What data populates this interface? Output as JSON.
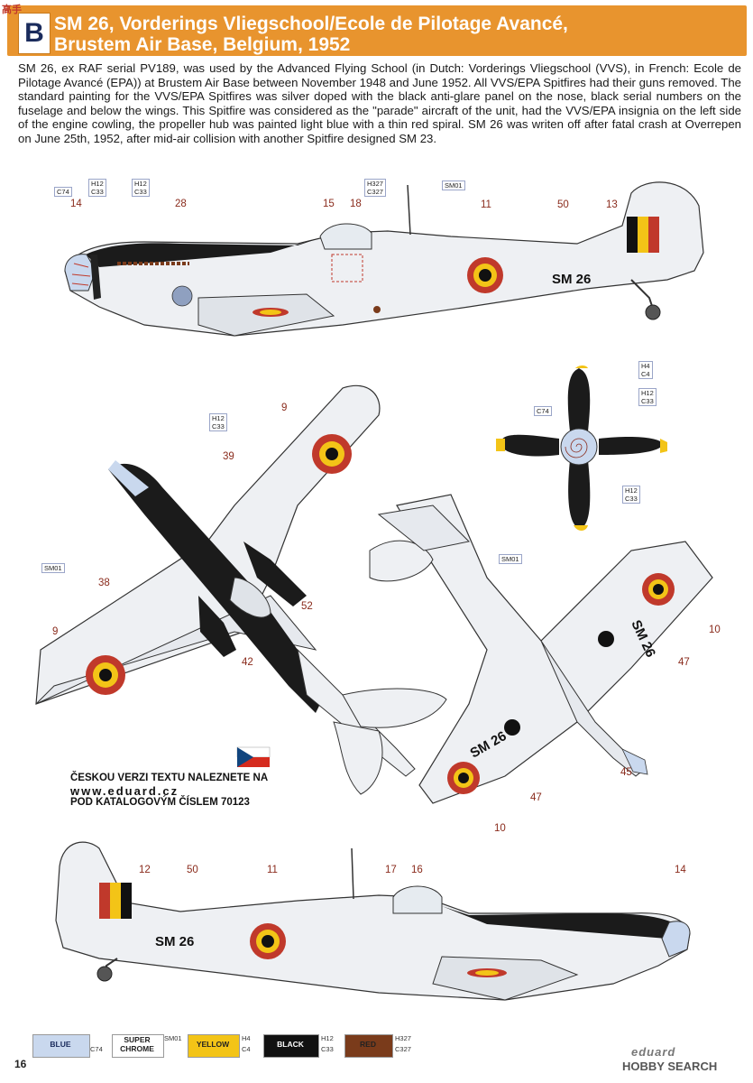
{
  "watermark": "高手",
  "header": {
    "badge_letter": "B",
    "title_line1": "SM 26, Vorderings Vliegschool/Ecole de Pilotage Avancé,",
    "title_line2": "Brustem Air Base, Belgium, 1952",
    "bg_color": "#e8942e"
  },
  "description": "SM 26, ex RAF serial PV189, was used by the Advanced Flying School (in Dutch: Vorderings Vliegschool (VVS), in French: Ecole de Pilotage Avancé (EPA)) at Brustem Air Base between November 1948 and June 1952. All VVS/EPA Spitfires had their guns removed. The standard painting for the VVS/EPA Spitfires was silver doped with the black anti-glare panel on the nose, black serial numbers on the fuselage and below the wings. This Spitfire was considered as the \"parade\" aircraft of the unit, had the VVS/EPA insignia on the left side of the engine cowling, the propeller hub was painted light blue with a thin red spiral. SM 26 was writen off after fatal crash at Overrepen on June 25th, 1952, after mid-air collision with another Spitfire designed SM 23.",
  "serial": "SM 26",
  "top_side_view": {
    "labels": [
      {
        "l1": "C74",
        "l2": ""
      },
      {
        "l1": "H12",
        "l2": "C33"
      },
      {
        "l1": "H12",
        "l2": "C33"
      },
      {
        "l1": "H327",
        "l2": "C327"
      },
      {
        "l1": "SM01",
        "l2": ""
      }
    ],
    "numbers": [
      "14",
      "28",
      "15",
      "18",
      "11",
      "50",
      "13"
    ]
  },
  "top_view": {
    "labels": [
      {
        "l1": "H12",
        "l2": "C33"
      },
      {
        "l1": "SM01",
        "l2": ""
      }
    ],
    "numbers": [
      "9",
      "39",
      "38",
      "9",
      "42",
      "52"
    ]
  },
  "prop_view": {
    "labels": [
      {
        "l1": "H4",
        "l2": "C4"
      },
      {
        "l1": "H12",
        "l2": "C33"
      },
      {
        "l1": "C74",
        "l2": ""
      },
      {
        "l1": "H12",
        "l2": "C33"
      }
    ]
  },
  "under_view": {
    "labels": [
      {
        "l1": "SM01",
        "l2": ""
      }
    ],
    "numbers": [
      "10",
      "47",
      "45",
      "47",
      "10"
    ]
  },
  "czech_note": {
    "line1": "ČESKOU VERZI TEXTU NALEZNETE NA",
    "line2": "www.eduard.cz",
    "line3": "POD KATALOGOVÝM ČÍSLEM 70123"
  },
  "bottom_side_view": {
    "numbers": [
      "12",
      "50",
      "11",
      "17",
      "16",
      "14"
    ]
  },
  "palette": [
    {
      "name": "BLUE",
      "code1": "",
      "code2": "C74",
      "color": "#c9d8ee",
      "text_color": "#1a2b5c"
    },
    {
      "name": "SUPER CHROME",
      "code1": "SM01",
      "code2": "",
      "color": "#ffffff",
      "text_color": "#111111"
    },
    {
      "name": "YELLOW",
      "code1": "H4",
      "code2": "C4",
      "color": "#f3c417",
      "text_color": "#111111"
    },
    {
      "name": "BLACK",
      "code1": "H12",
      "code2": "C33",
      "color": "#111111",
      "text_color": "#ffffff"
    },
    {
      "name": "RED",
      "code1": "H327",
      "code2": "C327",
      "color": "#7a3b1b",
      "text_color": "#111111"
    }
  ],
  "page_number": "16",
  "brand1": "eduard",
  "brand2": "HOBBY SEARCH"
}
